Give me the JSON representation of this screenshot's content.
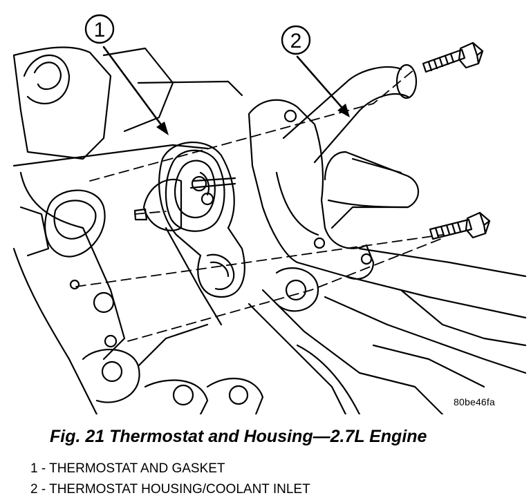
{
  "figure": {
    "code": "80be46fa",
    "caption": "Fig. 21 Thermostat and Housing—2.7L Engine"
  },
  "callouts": [
    {
      "number": "1",
      "label": "1 - THERMOSTAT AND GASKET"
    },
    {
      "number": "2",
      "label": "2 - THERMOSTAT HOUSING/COOLANT INLET"
    }
  ],
  "colors": {
    "ink": "#000000",
    "paper": "#ffffff"
  }
}
